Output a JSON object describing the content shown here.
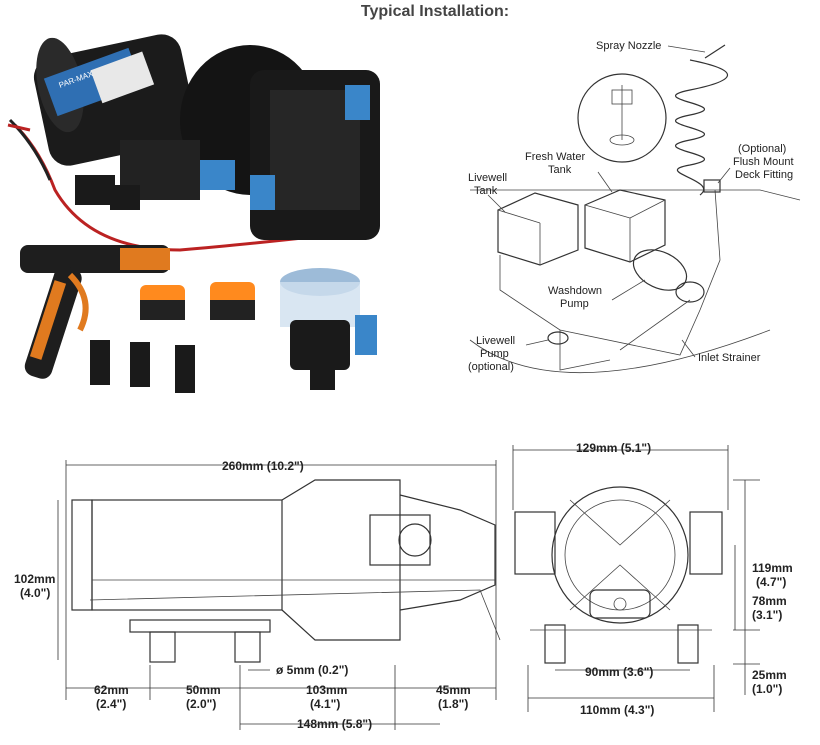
{
  "title": "Typical Installation:",
  "product_text": {
    "pump_label_brand": "PAR-MAX",
    "gun_label": ""
  },
  "installation": {
    "spray_nozzle": "Spray Nozzle",
    "flush_mount_1": "(Optional)",
    "flush_mount_2": "Flush Mount",
    "flush_mount_3": "Deck Fitting",
    "fresh_water_1": "Fresh Water",
    "fresh_water_2": "Tank",
    "livewell_tank_1": "Livewell",
    "livewell_tank_2": "Tank",
    "washdown_1": "Washdown",
    "washdown_2": "Pump",
    "livewell_pump_1": "Livewell",
    "livewell_pump_2": "Pump",
    "livewell_pump_3": "(optional)",
    "inlet_strainer": "Inlet Strainer"
  },
  "dimensions": {
    "overall_length": "260mm (10.2\")",
    "height_1": "102mm",
    "height_2": "(4.0\")",
    "mount_a_1": "62mm",
    "mount_a_2": "(2.4\")",
    "mount_b_1": "50mm",
    "mount_b_2": "(2.0\")",
    "hole": "ø 5mm (0.2\")",
    "mount_c_1": "103mm",
    "mount_c_2": "(4.1\")",
    "mount_d_1": "45mm",
    "mount_d_2": "(1.8\")",
    "base_length": "148mm (5.8\")",
    "end_width": "129mm (5.1\")",
    "end_height_1": "119mm",
    "end_height_2": "(4.7\")",
    "port_height_1": "78mm",
    "port_height_2": "(3.1\")",
    "foot_spacing": "90mm (3.6\")",
    "foot_height_1": "25mm",
    "foot_height_2": "(1.0\")",
    "base_width": "110mm (4.3\")"
  }
}
